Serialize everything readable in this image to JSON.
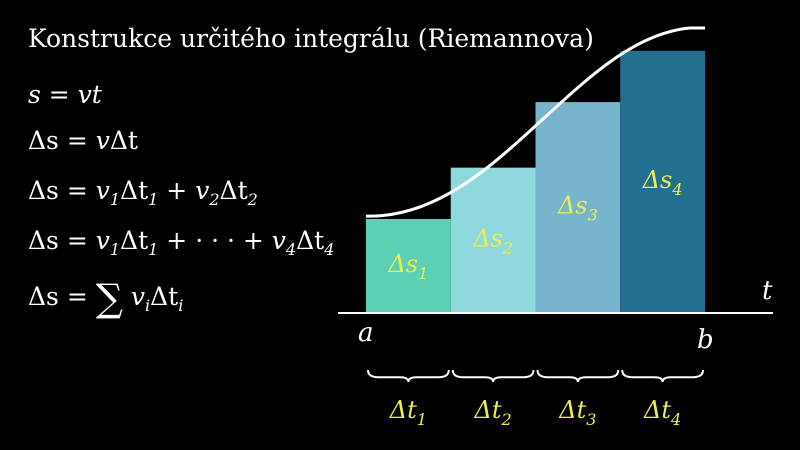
{
  "title": "Konstrukce určitého integrálu (Riemannova)",
  "equations": {
    "e1": {
      "lhs": "s",
      "rhs": "vt"
    },
    "e2": {
      "lhs": "Δs",
      "v": "v",
      "dt": "Δt"
    },
    "e3": {
      "lhs": "Δs",
      "v1": "v",
      "i1": "1",
      "dt1": "Δt",
      "j1": "1",
      "plus": "+",
      "v2": "v",
      "i2": "2",
      "dt2": "Δt",
      "j2": "2"
    },
    "e4": {
      "lhs": "Δs",
      "v1": "v",
      "i1": "1",
      "dt1": "Δt",
      "j1": "1",
      "plus1": "+",
      "dots": "· · ·",
      "plus2": "+",
      "v4": "v",
      "i4": "4",
      "dt4": "Δt",
      "j4": "4"
    },
    "e5": {
      "lhs": "Δs",
      "sum": "∑",
      "v": "v",
      "i": "i",
      "dt": "Δt",
      "j": "i"
    }
  },
  "axis": {
    "t_label": "t",
    "a_label": "a",
    "b_label": "b"
  },
  "bars": [
    {
      "label_main": "Δs",
      "label_sub": "1",
      "height": 0.33,
      "color": "#5cd0b4"
    },
    {
      "label_main": "Δs",
      "label_sub": "2",
      "height": 0.51,
      "color": "#8ed9dd"
    },
    {
      "label_main": "Δs",
      "label_sub": "3",
      "height": 0.74,
      "color": "#76b5cc"
    },
    {
      "label_main": "Δs",
      "label_sub": "4",
      "height": 0.92,
      "color": "#236f8f"
    }
  ],
  "intervals": [
    {
      "main": "Δt",
      "sub": "1"
    },
    {
      "main": "Δt",
      "sub": "2"
    },
    {
      "main": "Δt",
      "sub": "3"
    },
    {
      "main": "Δt",
      "sub": "4"
    }
  ],
  "colors": {
    "label": "#ecec55",
    "curve": "#ffffff",
    "text": "#ffffff"
  }
}
